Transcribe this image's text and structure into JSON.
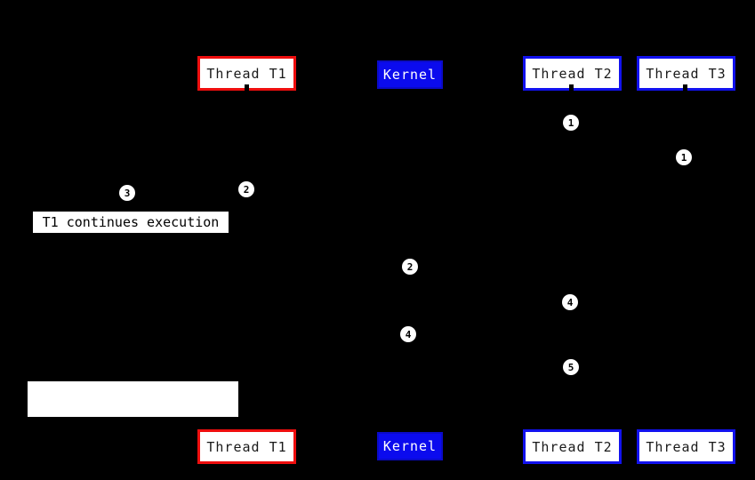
{
  "colors": {
    "background": "#000000",
    "thread_t1_border": "#ee0e0e",
    "thread_border": "#1212ee",
    "kernel_bg": "#0b0bee",
    "box_bg": "#ffffff",
    "box_text": "#1a1a1a",
    "kernel_text": "#ffffff"
  },
  "top_row": {
    "thread_t1": "Thread T1",
    "kernel": "Kernel",
    "thread_t2": "Thread T2",
    "thread_t3": "Thread T3"
  },
  "bottom_row": {
    "thread_t1": "Thread T1",
    "kernel": "Kernel",
    "thread_t2": "Thread T2",
    "thread_t3": "Thread T3"
  },
  "annotations": {
    "t1_continues": "T1 continues execution"
  },
  "markers": [
    {
      "label": "1"
    },
    {
      "label": "1"
    },
    {
      "label": "3"
    },
    {
      "label": "2"
    },
    {
      "label": "2"
    },
    {
      "label": "4"
    },
    {
      "label": "4"
    },
    {
      "label": "5"
    }
  ]
}
